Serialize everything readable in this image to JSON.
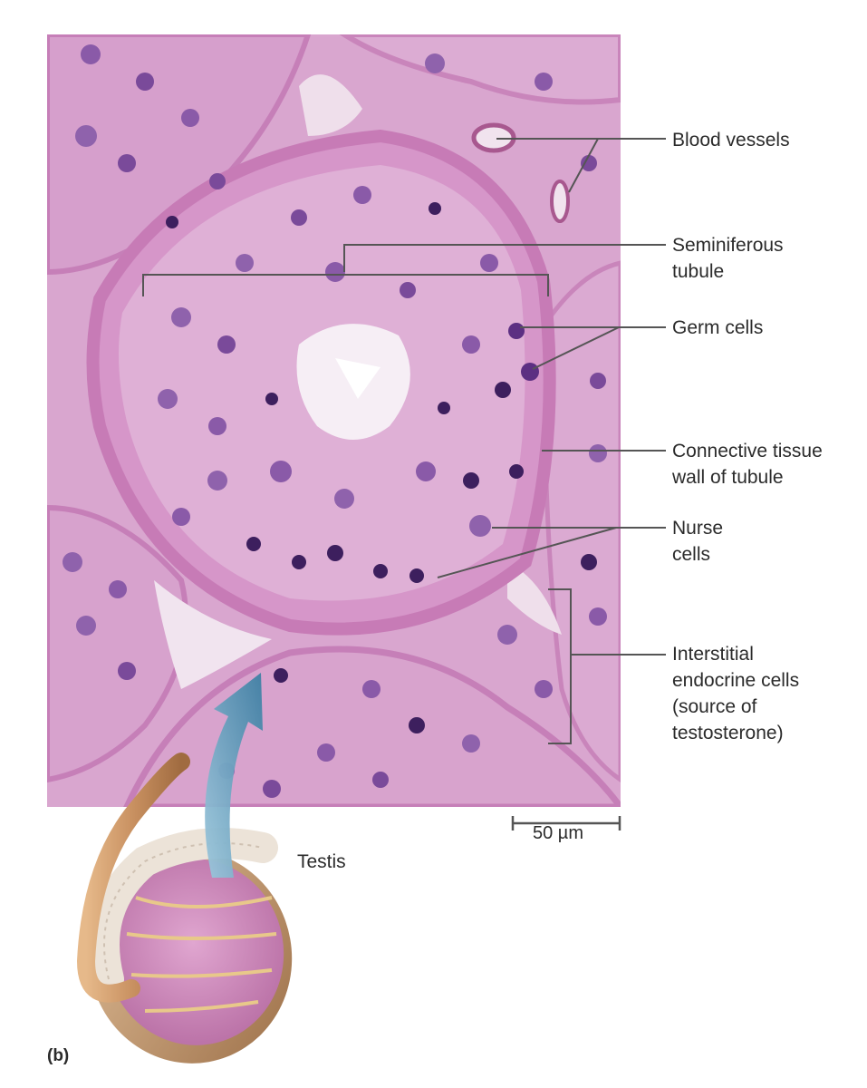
{
  "panel_letter": "(b)",
  "labels": {
    "blood_vessels": "Blood vessels",
    "seminiferous_tubule_line1": "Seminiferous",
    "seminiferous_tubule_line2": "tubule",
    "germ_cells": "Germ cells",
    "connective_tissue_line1": "Connective tissue",
    "connective_tissue_line2": "wall of tubule",
    "nurse_cells_line1": "Nurse",
    "nurse_cells_line2": "cells",
    "interstitial_line1": "Interstitial",
    "interstitial_line2": "endocrine cells",
    "interstitial_line3": "(source of",
    "interstitial_line4": "testosterone)",
    "testis": "Testis"
  },
  "scale_bar": {
    "label": "50 µm"
  },
  "colors": {
    "tissue_background": "#d9a6cf",
    "tubule_wall": "#cf87bf",
    "nucleus": "#7a4a9a",
    "nucleus_dark": "#3d1f5e",
    "lumen": "#f7f1f6",
    "leader_line": "#555555",
    "arrow": "#5a9ab8",
    "testis_cut_surface": "#c77fb3",
    "testis_capsule": "#c9a17a",
    "epididymis": "#e6dcd0"
  }
}
